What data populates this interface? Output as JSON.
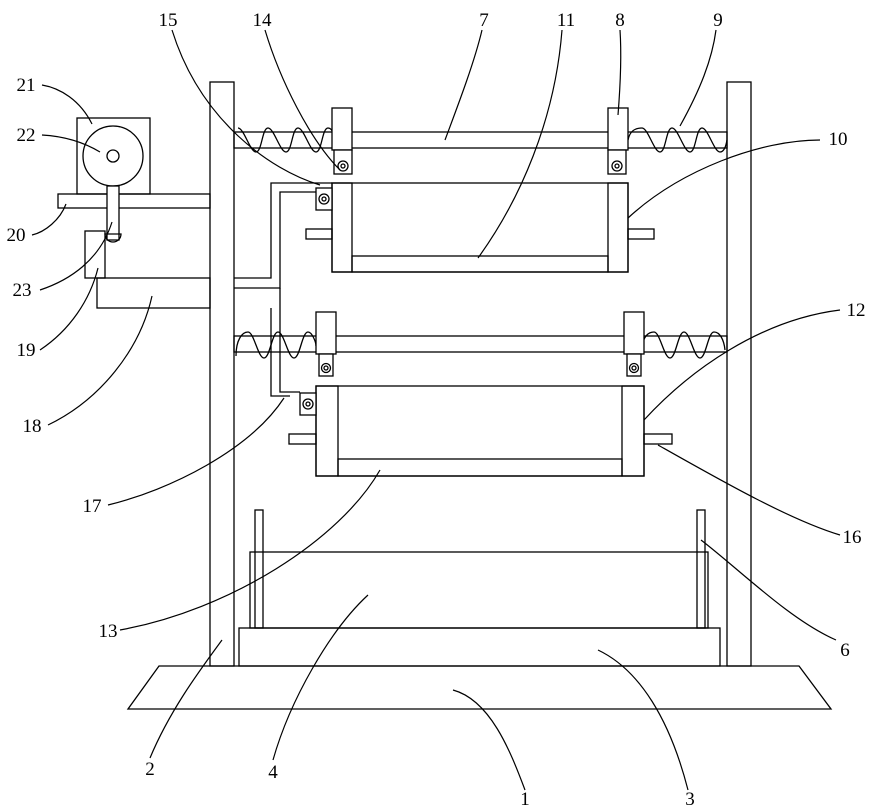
{
  "figure": {
    "labels": [
      {
        "id": "1",
        "text": "1"
      },
      {
        "id": "2",
        "text": "2"
      },
      {
        "id": "3",
        "text": "3"
      },
      {
        "id": "4",
        "text": "4"
      },
      {
        "id": "6",
        "text": "6"
      },
      {
        "id": "7",
        "text": "7"
      },
      {
        "id": "8",
        "text": "8"
      },
      {
        "id": "9",
        "text": "9"
      },
      {
        "id": "10",
        "text": "10"
      },
      {
        "id": "11",
        "text": "11"
      },
      {
        "id": "12",
        "text": "12"
      },
      {
        "id": "13",
        "text": "13"
      },
      {
        "id": "14",
        "text": "14"
      },
      {
        "id": "15",
        "text": "15"
      },
      {
        "id": "16",
        "text": "16"
      },
      {
        "id": "17",
        "text": "17"
      },
      {
        "id": "18",
        "text": "18"
      },
      {
        "id": "19",
        "text": "19"
      },
      {
        "id": "20",
        "text": "20"
      },
      {
        "id": "21",
        "text": "21"
      },
      {
        "id": "22",
        "text": "22"
      },
      {
        "id": "23",
        "text": "23"
      }
    ]
  }
}
